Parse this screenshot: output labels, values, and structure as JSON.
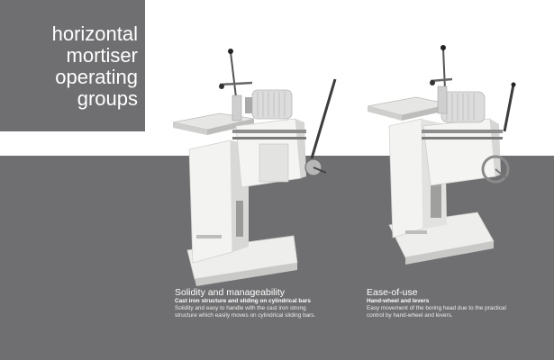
{
  "title_lines": [
    "horizontal",
    "mortiser",
    "operating",
    "groups"
  ],
  "features": [
    {
      "heading": "Solidity and manageability",
      "subheading": "Cast iron structure and sliding on cylindrical bars",
      "body_lines": [
        "Solidity and easy to handle with the cast iron strong",
        "structure which easily moves on cylindrical sliding bars."
      ]
    },
    {
      "heading": "Ease-of-use",
      "subheading": "Hand-wheel and levers",
      "body_lines": [
        "Easy movement of the boring head due to the practical",
        "control by hand-wheel and levers."
      ]
    }
  ],
  "colors": {
    "band": "#6f6f71",
    "machine_body": "#f2f2f0",
    "motor": "#dcdcdc",
    "text": "#ffffff"
  }
}
